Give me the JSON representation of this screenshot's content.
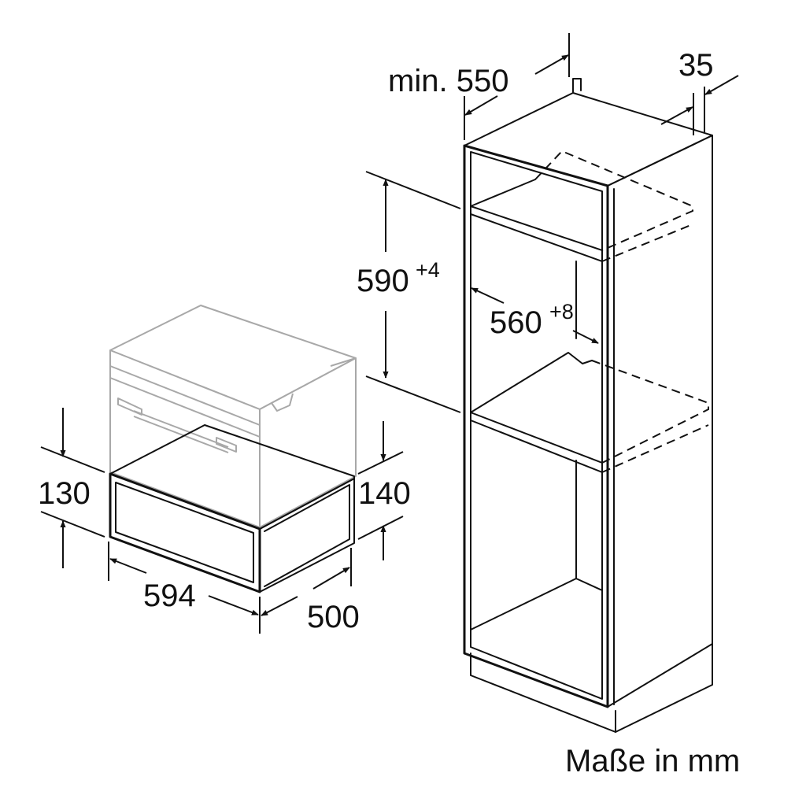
{
  "dimensions": {
    "niche_depth": {
      "prefix": "min.",
      "value": "550"
    },
    "side_panel": {
      "value": "35"
    },
    "niche_height": {
      "value": "590",
      "tolerance": "+4"
    },
    "niche_width": {
      "value": "560",
      "tolerance": "+8"
    },
    "drawer_front_height": {
      "value": "130"
    },
    "drawer_body_height": {
      "value": "140"
    },
    "drawer_width": {
      "value": "594"
    },
    "drawer_depth": {
      "value": "500"
    }
  },
  "caption": "Maße in mm"
}
